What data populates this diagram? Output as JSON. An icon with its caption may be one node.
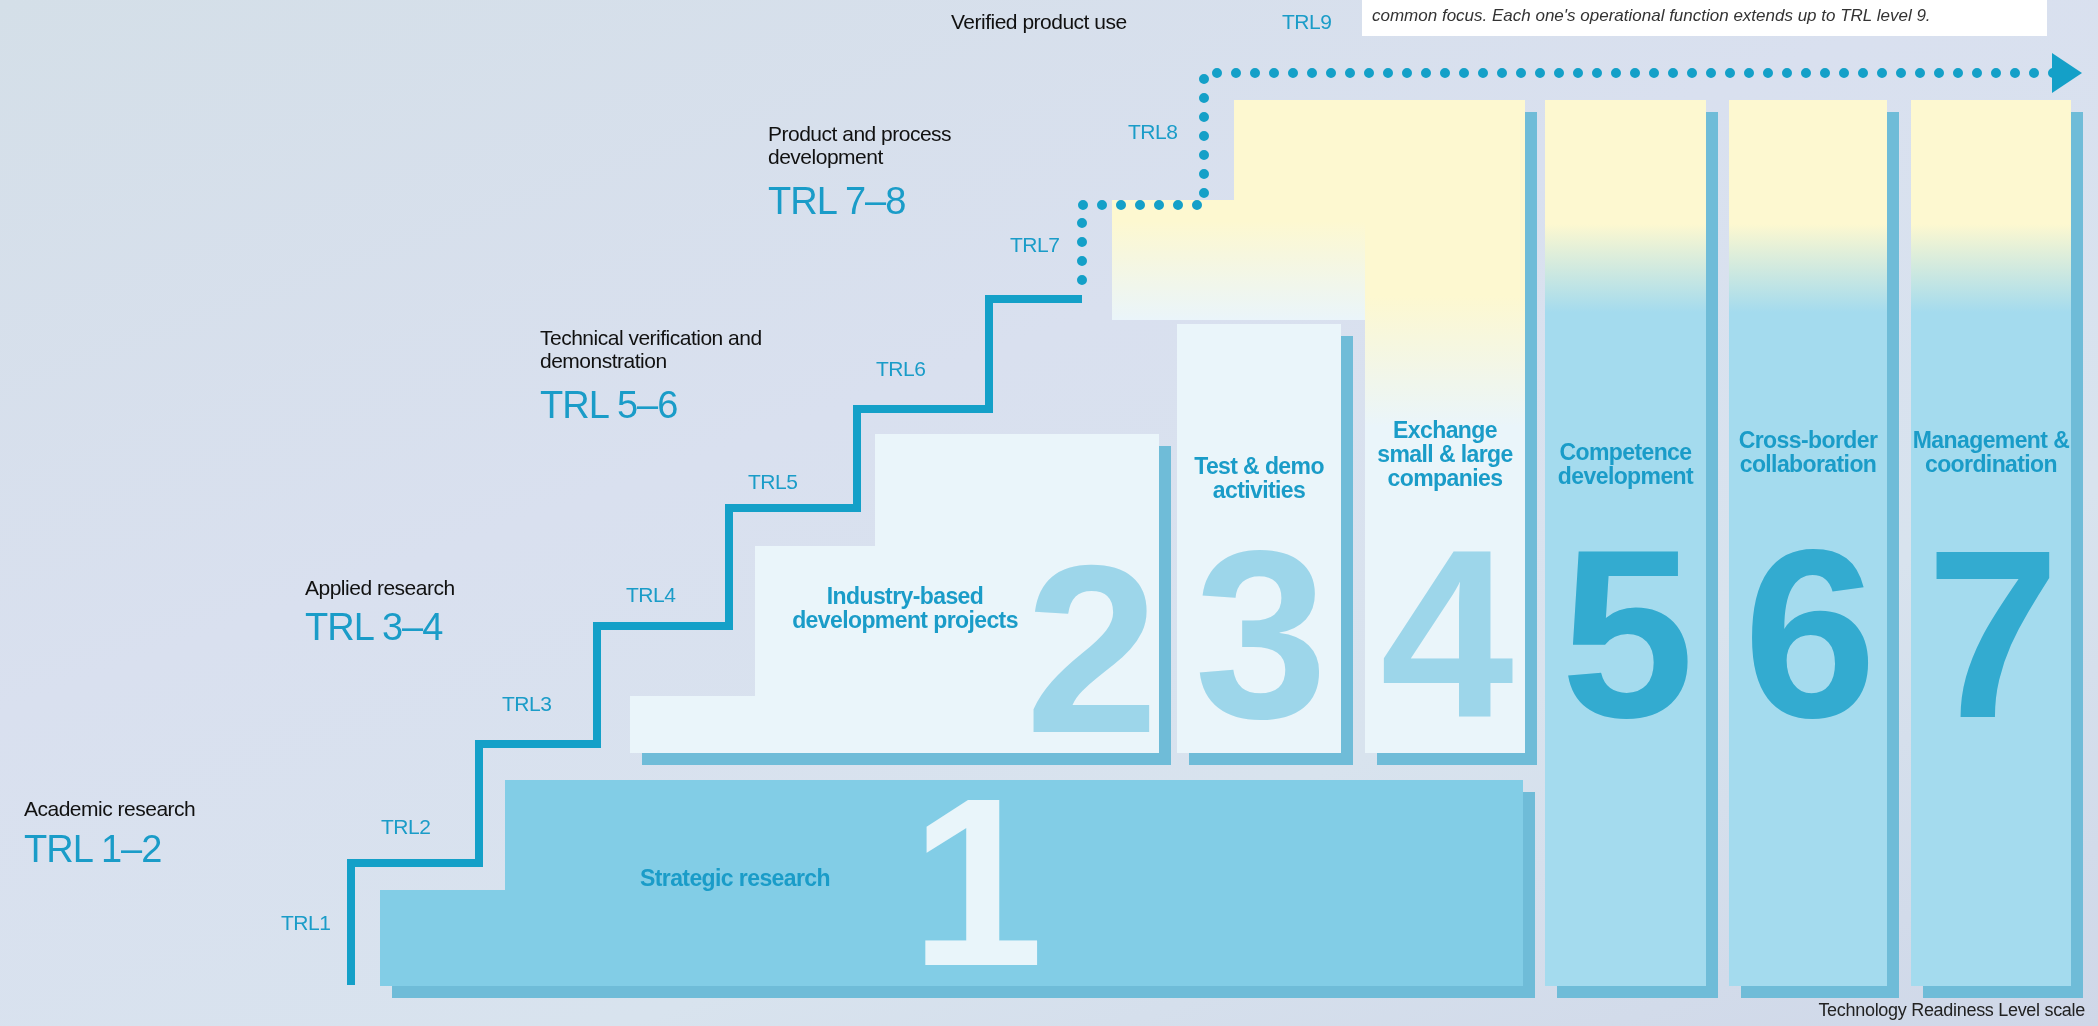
{
  "diagram": {
    "nodes": [
      {
        "text": [
          "Strategic research",
          "1"
        ]
      },
      {
        "text": [
          "Industry-based development projects",
          "2"
        ]
      },
      {
        "text": [
          "Test & demo activities",
          "3"
        ]
      },
      {
        "text": [
          "Exchange small & large companies",
          "4"
        ]
      },
      {
        "text": [
          "Competence development",
          "5"
        ]
      },
      {
        "text": [
          "Cross-border collaboration",
          "6"
        ]
      },
      {
        "text": [
          "Management & coordination",
          "7"
        ]
      }
    ],
    "labels": [
      "Verified product use",
      "TRL9",
      "common focus. Each one's operational function extends up to TRL level 9.",
      "Product and process development",
      "TRL8",
      "TRL 7–8",
      "TRL7",
      "Technical verification and demonstration",
      "TRL6",
      "TRL 5–6",
      "TRL5",
      "Applied research",
      "TRL4",
      "TRL 3–4",
      "TRL3",
      "Academic research",
      "TRL2",
      "TRL 1–2",
      "TRL1",
      "Technology Readiness Level scale"
    ]
  }
}
